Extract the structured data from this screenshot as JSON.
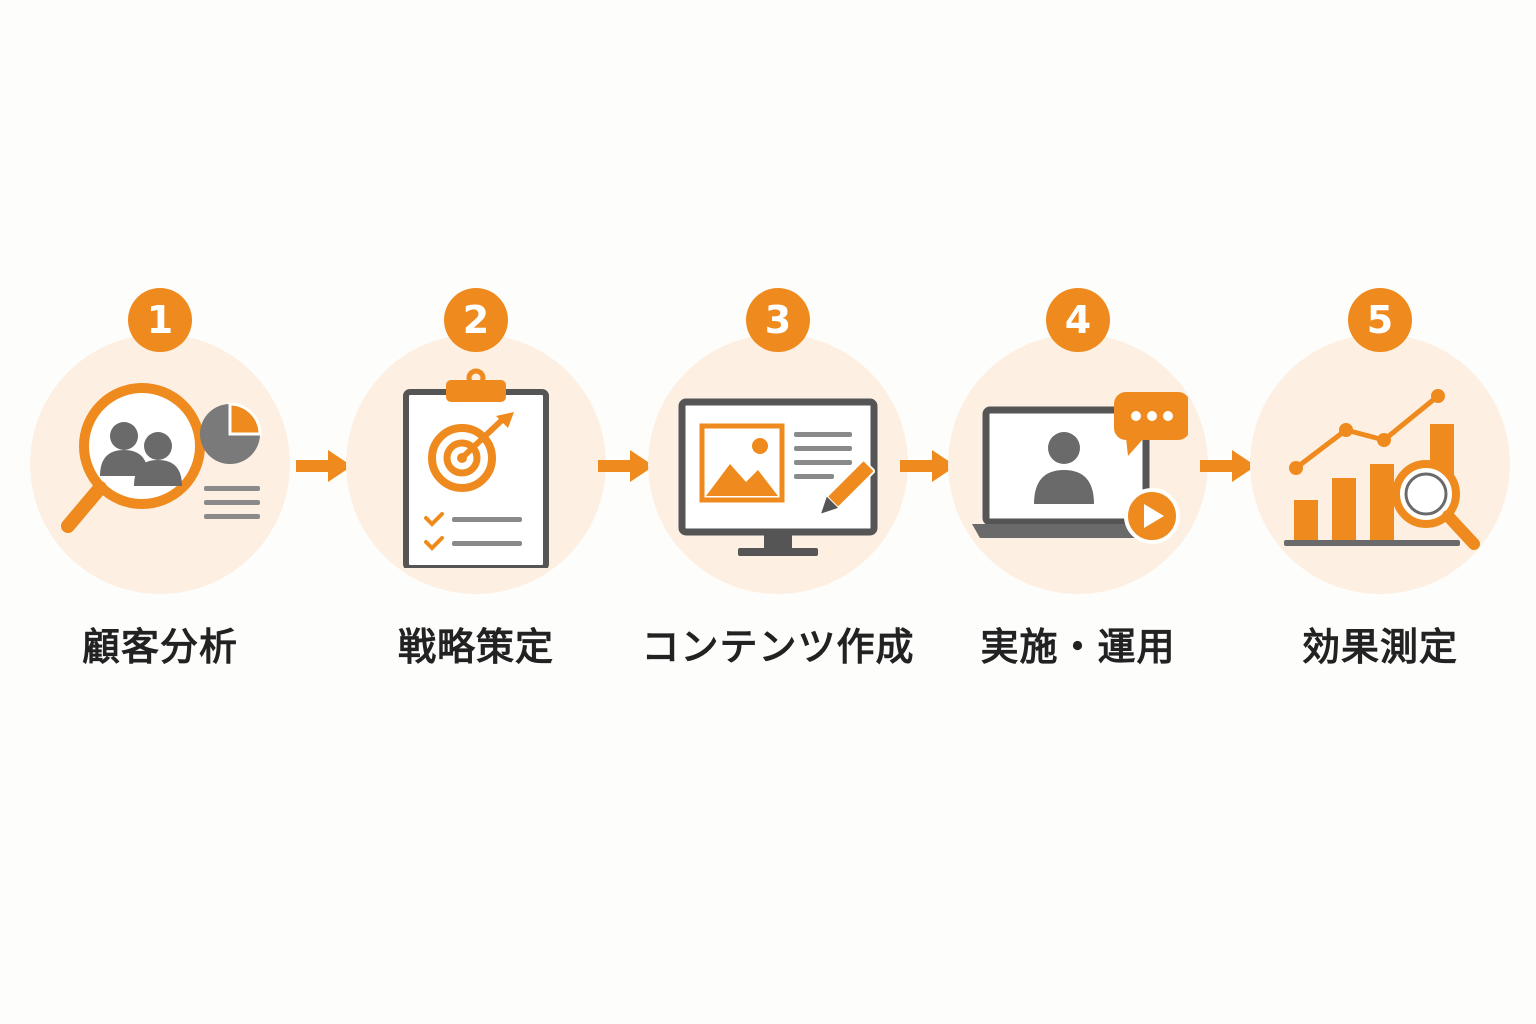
{
  "colors": {
    "accent": "#ef8a1e",
    "halo": "#fdf0e2",
    "icon_gray": "#555555",
    "text": "#222222",
    "background": "#fdfdfc"
  },
  "steps": [
    {
      "number": "1",
      "label": "顧客分析",
      "icon": "customer-analysis-icon"
    },
    {
      "number": "2",
      "label": "戦略策定",
      "icon": "strategy-clipboard-target-icon"
    },
    {
      "number": "3",
      "label": "コンテンツ作成",
      "icon": "content-creation-monitor-icon"
    },
    {
      "number": "4",
      "label": "実施・運用",
      "icon": "laptop-video-chat-icon"
    },
    {
      "number": "5",
      "label": "効果測定",
      "icon": "chart-magnifier-icon"
    }
  ],
  "connectors": [
    "arrow-right-icon",
    "arrow-right-icon",
    "arrow-right-icon",
    "arrow-right-icon"
  ]
}
